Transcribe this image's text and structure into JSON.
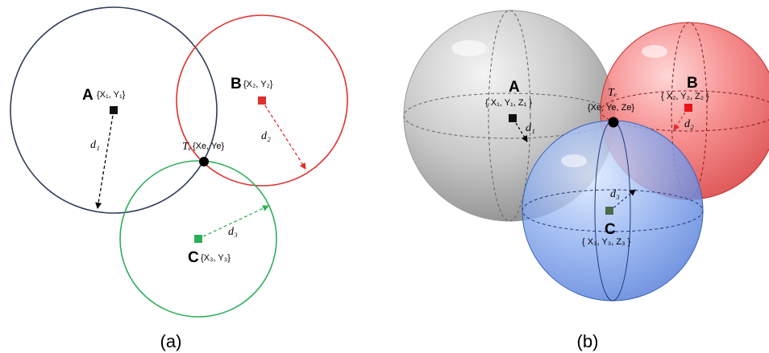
{
  "panel_a": {
    "caption": "(a)",
    "anchor_a": {
      "name": "A",
      "coords": "{X₁, Y₁}",
      "distance": "d₁",
      "color": "#2f3b5a"
    },
    "anchor_b": {
      "name": "B",
      "coords": "{X₂, Y₂}",
      "distance": "d₂",
      "color": "#e0302e"
    },
    "anchor_c": {
      "name": "C",
      "coords": "{X₃, Y₃}",
      "distance": "d₃",
      "color": "#2fae5a"
    },
    "target": {
      "name": "Tₑ",
      "coords": "{Xe, Ye}"
    }
  },
  "panel_b": {
    "caption": "(b)",
    "anchor_a": {
      "name": "A",
      "coords": "{ X₁, Y₁, Z₁ }",
      "distance": "d₁",
      "color": "#b9b9b9"
    },
    "anchor_b": {
      "name": "B",
      "coords": "{ X₂, Y₂, Z₂ }",
      "distance": "d₂",
      "color": "#f26262"
    },
    "anchor_c": {
      "name": "C",
      "coords": "{ X₃, Y₃, Z₃ }",
      "distance": "d₃",
      "color": "#6d97e6"
    },
    "target": {
      "name": "Tₑ",
      "coords": "{Xe, Ye, Ze}"
    }
  }
}
